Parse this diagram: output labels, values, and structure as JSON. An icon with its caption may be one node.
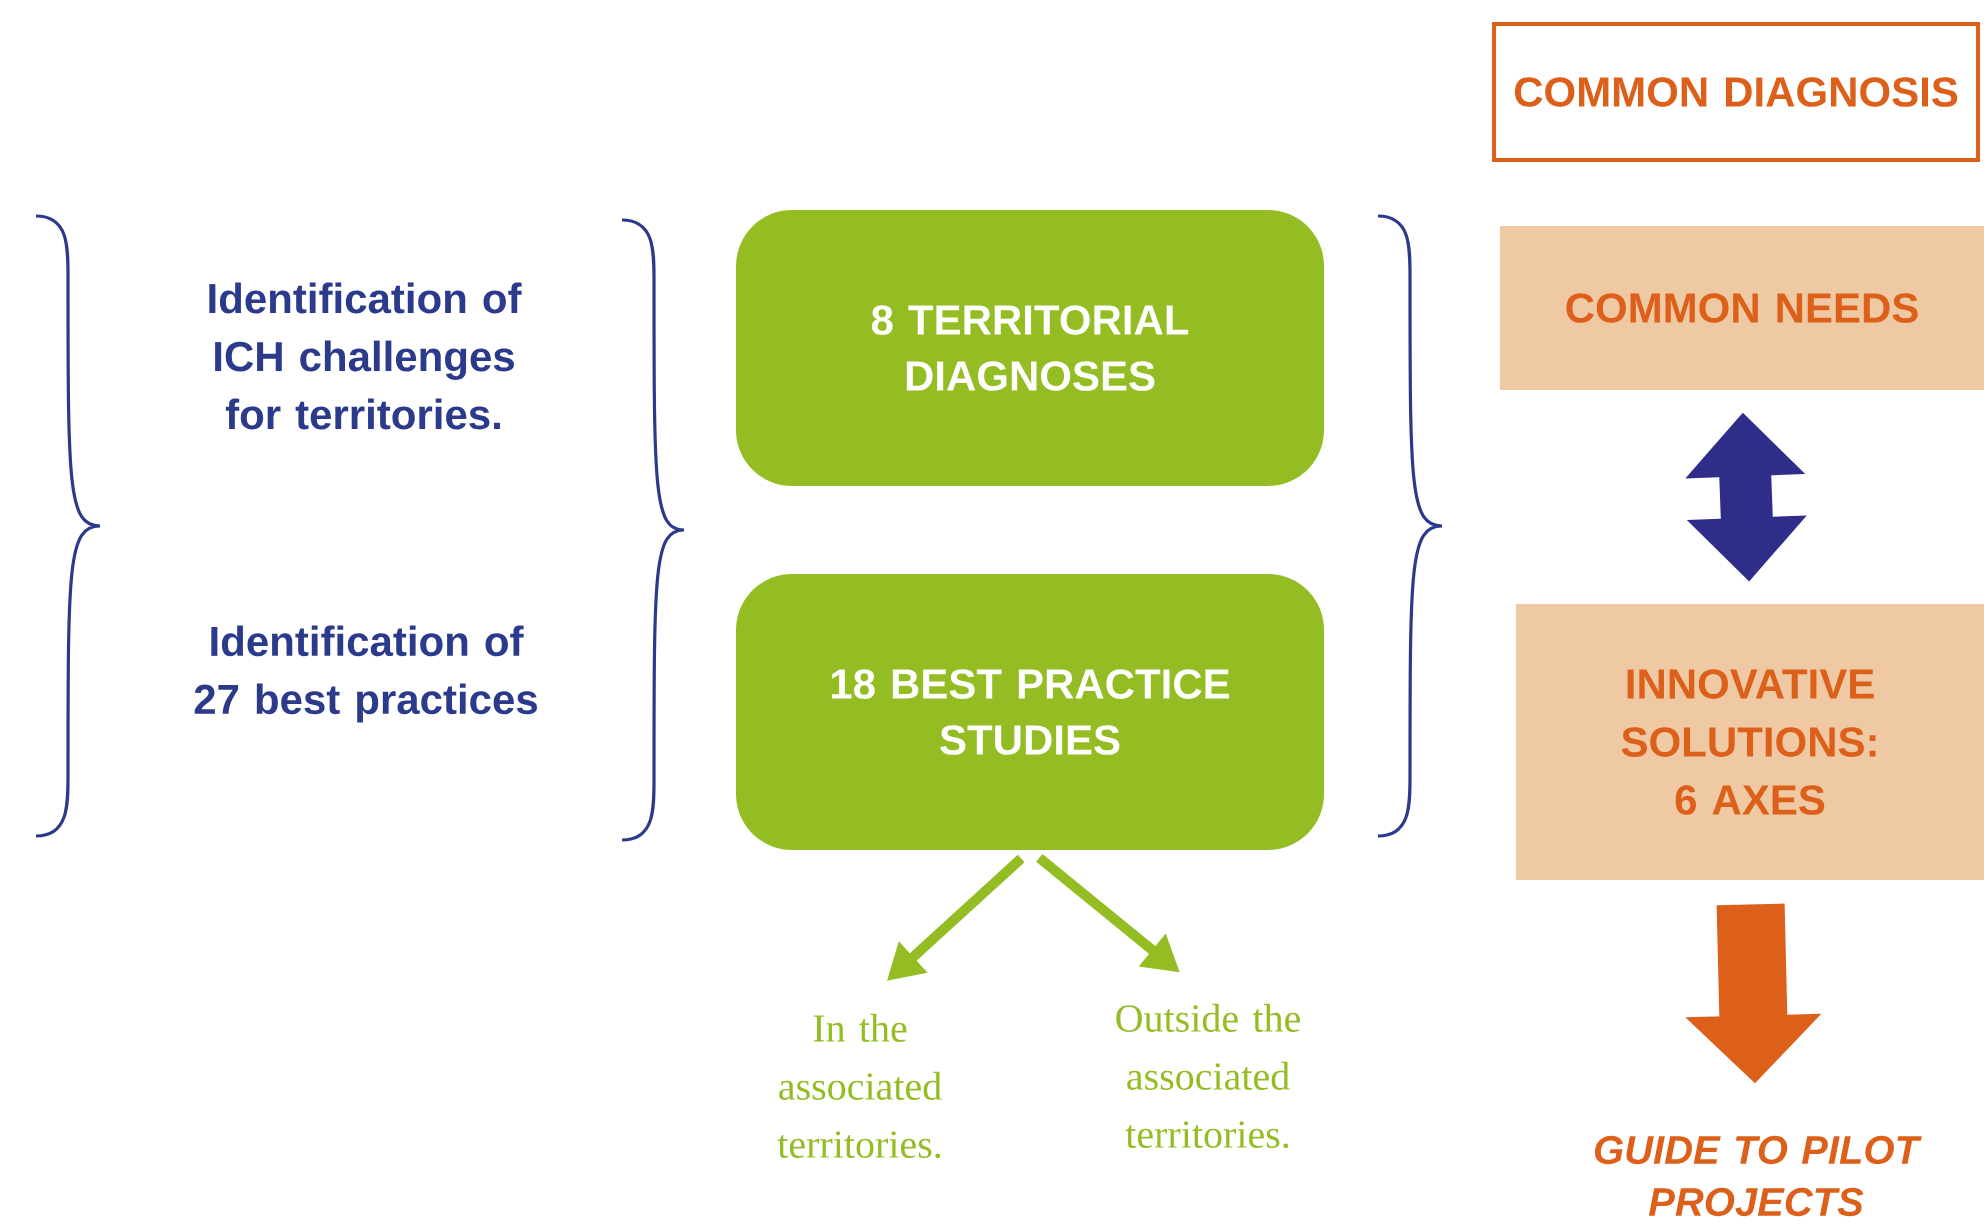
{
  "diagram": {
    "nodes": [
      {
        "text": [
          "COMMON DIAGNOSIS"
        ]
      },
      {
        "text": [
          "Identification of ICH challenges for territories."
        ]
      },
      {
        "text": [
          "Identification of 27 best practices"
        ]
      },
      {
        "text": [
          "8 TERRITORIAL DIAGNOSES"
        ]
      },
      {
        "text": [
          "18 BEST PRACTICE STUDIES"
        ]
      },
      {
        "text": [
          "COMMON NEEDS"
        ]
      },
      {
        "text": [
          "INNOVATIVE SOLUTIONS: 6 AXES"
        ]
      },
      {
        "text": [
          "GUIDE TO PILOT PROJECTS"
        ]
      },
      {
        "text": [
          "In the associated territories."
        ]
      },
      {
        "text": [
          "Outside the associated territories."
        ]
      }
    ],
    "edges": [
      {
        "from": 4,
        "to": 8,
        "arrow": "to",
        "color": "#93bd22"
      },
      {
        "from": 4,
        "to": 9,
        "arrow": "to",
        "color": "#93bd22"
      },
      {
        "from": 5,
        "to": 6,
        "arrow": "both",
        "color": "#2e2e8a",
        "style": "thick"
      },
      {
        "from": 6,
        "to": 7,
        "arrow": "to",
        "color": "#dc601a",
        "style": "thick"
      }
    ]
  }
}
